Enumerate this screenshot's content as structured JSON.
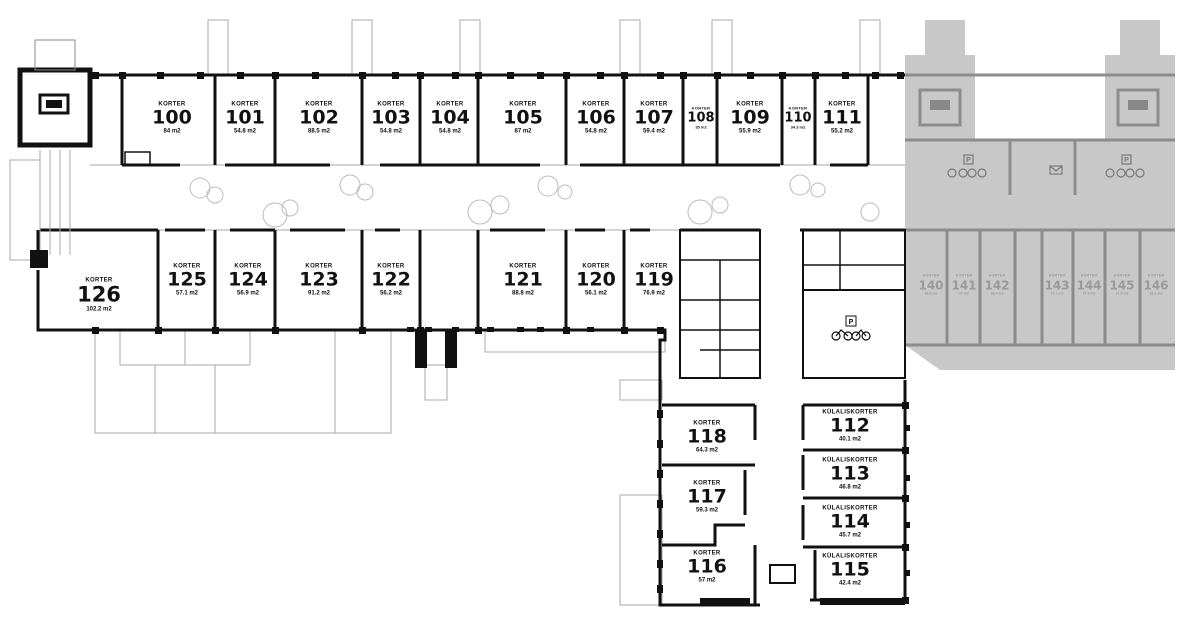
{
  "rooms": [
    {
      "id": "100",
      "type": "KORTER",
      "area": "84 m2"
    },
    {
      "id": "101",
      "type": "KORTER",
      "area": "54.8 m2"
    },
    {
      "id": "102",
      "type": "KORTER",
      "area": "88.5 m2"
    },
    {
      "id": "103",
      "type": "KORTER",
      "area": "54.8 m2"
    },
    {
      "id": "104",
      "type": "KORTER",
      "area": "54.8 m2"
    },
    {
      "id": "105",
      "type": "KORTER",
      "area": "87 m2"
    },
    {
      "id": "106",
      "type": "KORTER",
      "area": "54.8 m2"
    },
    {
      "id": "107",
      "type": "KORTER",
      "area": "59.4 m2"
    },
    {
      "id": "108",
      "type": "KORTER",
      "area": "35 m2"
    },
    {
      "id": "109",
      "type": "KORTER",
      "area": "55.9 m2"
    },
    {
      "id": "110",
      "type": "KORTER",
      "area": "34.3 m2"
    },
    {
      "id": "111",
      "type": "KORTER",
      "area": "55.2 m2"
    },
    {
      "id": "112",
      "type": "KÜLALISKORTER",
      "area": "40.1 m2"
    },
    {
      "id": "113",
      "type": "KÜLALISKORTER",
      "area": "46.8 m2"
    },
    {
      "id": "114",
      "type": "KÜLALISKORTER",
      "area": "45.7 m2"
    },
    {
      "id": "115",
      "type": "KÜLALISKORTER",
      "area": "42.4 m2"
    },
    {
      "id": "116",
      "type": "KORTER",
      "area": "57 m2"
    },
    {
      "id": "117",
      "type": "KORTER",
      "area": "59.3 m2"
    },
    {
      "id": "118",
      "type": "KORTER",
      "area": "64.3 m2"
    },
    {
      "id": "119",
      "type": "KORTER",
      "area": "76.9 m2"
    },
    {
      "id": "120",
      "type": "KORTER",
      "area": "56.1 m2"
    },
    {
      "id": "121",
      "type": "KORTER",
      "area": "88.8 m2"
    },
    {
      "id": "122",
      "type": "KORTER",
      "area": "56.2 m2"
    },
    {
      "id": "123",
      "type": "KORTER",
      "area": "91.2 m2"
    },
    {
      "id": "124",
      "type": "KORTER",
      "area": "56.9 m2"
    },
    {
      "id": "125",
      "type": "KORTER",
      "area": "57.1 m2"
    },
    {
      "id": "126",
      "type": "KORTER",
      "area": "102.2 m2"
    },
    {
      "id": "140",
      "type": "KORTER",
      "area": "38.6 m2",
      "inactive": true
    },
    {
      "id": "141",
      "type": "KORTER",
      "area": "37 m2",
      "inactive": true
    },
    {
      "id": "142",
      "type": "KORTER",
      "area": "38.4 m2",
      "inactive": true
    },
    {
      "id": "143",
      "type": "KORTER",
      "area": "37.1 m2",
      "inactive": true
    },
    {
      "id": "144",
      "type": "KORTER",
      "area": "37.8 m2",
      "inactive": true
    },
    {
      "id": "145",
      "type": "KORTER",
      "area": "37.8 m2",
      "inactive": true
    },
    {
      "id": "146",
      "type": "KORTER",
      "area": "38.1 m2",
      "inactive": true
    }
  ],
  "symbols": {
    "parking": "P"
  },
  "colors": {
    "wall": "#111111",
    "inactive_wing": "#c8c8c8",
    "inactive_wall": "#8c8c8c",
    "thin_line": "#9a9a9a"
  }
}
